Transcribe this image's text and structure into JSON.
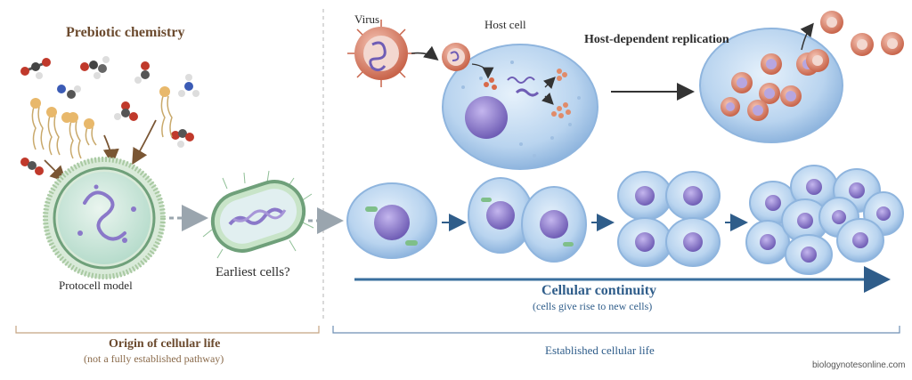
{
  "left": {
    "title": "Prebiotic chemistry",
    "protocell_label": "Protocell model",
    "earliest_label": "Earliest cells?",
    "bracket_title": "Origin of cellular life",
    "bracket_note": "(not a fully established pathway)"
  },
  "right": {
    "virus_label": "Virus",
    "host_label": "Host cell",
    "replication_label": "Host-dependent replication",
    "continuity_title": "Cellular continuity",
    "continuity_sub": "(cells give rise to new cells)",
    "bracket_title": "Established cellular life"
  },
  "footer": {
    "credit": "biologynotesonline.com"
  },
  "colors": {
    "brown": "#8a6a4a",
    "blue": "#2f5d8a",
    "cell_fill": "#bcd6f0",
    "nucleus": "#8a78c9",
    "virus": "#d9826a"
  }
}
